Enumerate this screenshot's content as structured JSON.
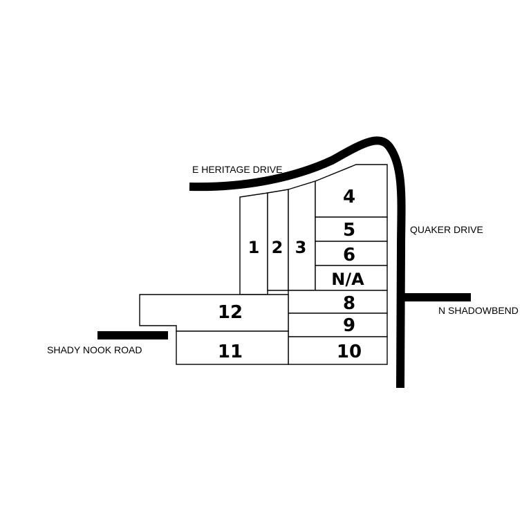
{
  "colors": {
    "background": "#ffffff",
    "ink": "#000000"
  },
  "streets": {
    "heritage": "E HERITAGE DRIVE",
    "quaker": "QUAKER DRIVE",
    "shadowbend": "N SHADOWBEND",
    "shady_nook": "SHADY NOOK ROAD"
  },
  "lots": {
    "lot_1": "1",
    "lot_2": "2",
    "lot_3": "3",
    "lot_4": "4",
    "lot_5": "5",
    "lot_6": "6",
    "lot_na": "N/A",
    "lot_8": "8",
    "lot_9": "9",
    "lot_10": "10",
    "lot_11": "11",
    "lot_12": "12"
  }
}
